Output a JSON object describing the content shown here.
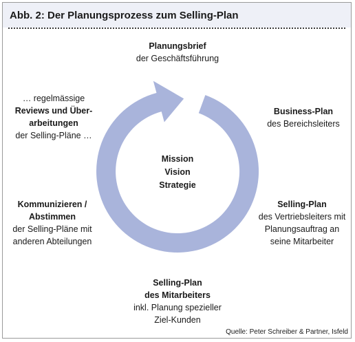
{
  "title": "Abb. 2: Der Planungsprozess zum Selling-Plan",
  "center": {
    "line1": "Mission",
    "line2": "Vision",
    "line3": "Strategie"
  },
  "stages": {
    "top": {
      "bold1": "Planungsbrief",
      "normal1": "der Geschäftsführung"
    },
    "upper_right": {
      "bold1": "Business-Plan",
      "normal1": "des Bereichsleiters"
    },
    "lower_right": {
      "bold1": "Selling-Plan",
      "normal1": "des Vertriebsleiters mit",
      "normal2": "Planungsauftrag an",
      "normal3": "seine Mitarbeiter"
    },
    "bottom": {
      "bold1": "Selling-Plan",
      "bold2": "des Mitarbeiters",
      "normal1": "inkl. Planung spezieller",
      "normal2": "Ziel-Kunden"
    },
    "lower_left": {
      "bold1": "Kommunizieren /",
      "bold2": "Abstimmen",
      "normal1": "der Selling-Pläne mit",
      "normal2": "anderen Abteilungen"
    },
    "upper_left": {
      "normal1": "… regelmässige",
      "bold1": "Reviews und Über-",
      "bold2": "arbeitungen",
      "normal2": "der Selling-Pläne …"
    }
  },
  "source": "Quelle: Peter Schreiber & Partner, Isfeld",
  "colors": {
    "ring": "#a9b4db",
    "header_background": "#eef0f7"
  }
}
